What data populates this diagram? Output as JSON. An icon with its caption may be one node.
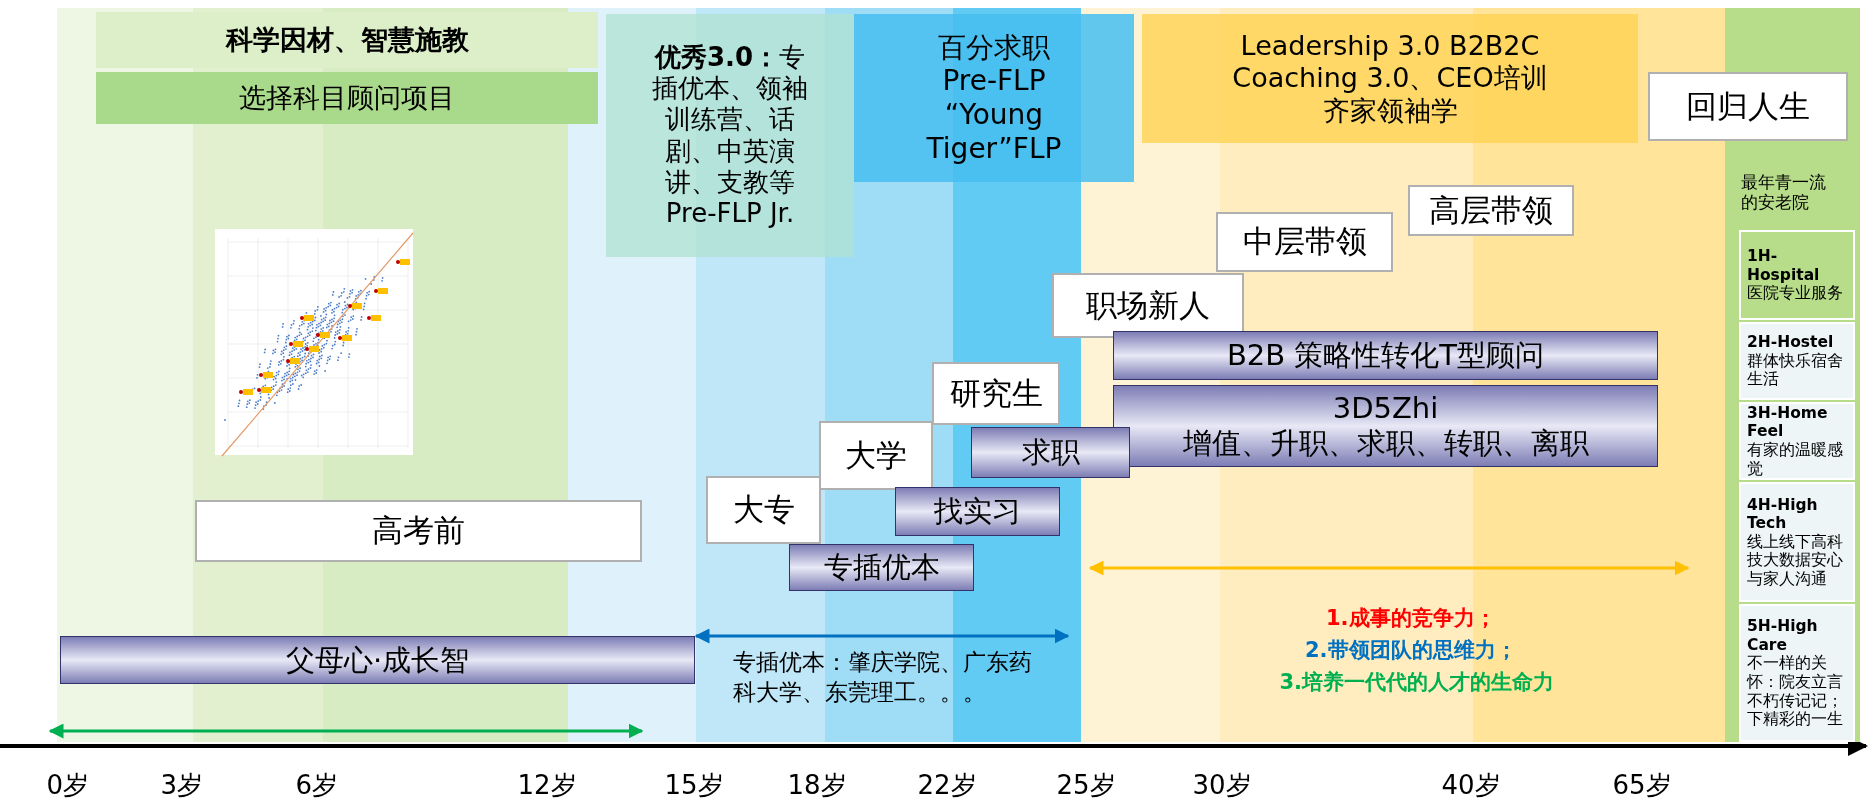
{
  "diagram": {
    "nodes": [
      {
        "text": [
          "科学因材、智慧施教"
        ]
      },
      {
        "text": [
          "选择科目顾问项目"
        ]
      },
      {
        "text": [
          "**优秀3.0：**专插优本、领袖训练营、话剧、中英演讲、支教等",
          "Pre-FLP Jr."
        ]
      },
      {
        "text": [
          "百分求职",
          "Pre-FLP “Young Tiger”FLP"
        ]
      },
      {
        "text": [
          "Leadership 3.0 B2B2C",
          "Coaching 3.0、CEO培训",
          "齐家领袖学"
        ]
      },
      {
        "text": [
          "回归人生"
        ]
      },
      {
        "text": [
          "最年青一流的安老院"
        ]
      },
      {
        "text": [
          "**1H-Hospital** 医院专业服务"
        ],
        "in": 6
      },
      {
        "text": [
          "**2H-Hostel** 群体快乐宿舍生活"
        ],
        "in": 6
      },
      {
        "text": [
          "**3H-Home Feel** 有家的温暖感觉"
        ],
        "in": 6
      },
      {
        "text": [
          "**4H-High Tech** 线上线下高科技大数据安心与家人沟通"
        ],
        "in": 6
      },
      {
        "text": [
          "**5H-High Care** 不一样的关怀：院友立言不朽传记记；下精彩的一生"
        ],
        "in": 6
      },
      {
        "text": [
          "高层带领"
        ]
      },
      {
        "text": [
          "中层带领"
        ]
      },
      {
        "text": [
          "职场新人"
        ]
      },
      {
        "text": [
          "B2B 策略性转化T型顾问"
        ]
      },
      {
        "text": [
          "3D5Zhi",
          "增值、升职、求职、转职、离职"
        ]
      },
      {
        "text": [
          "研究生"
        ]
      },
      {
        "text": [
          "求职"
        ]
      },
      {
        "text": [
          "大学"
        ]
      },
      {
        "text": [
          "找实习"
        ]
      },
      {
        "text": [
          "大专"
        ]
      },
      {
        "text": [
          "专插优本"
        ]
      },
      {
        "text": [
          "高考前"
        ]
      },
      {
        "text": [
          "父母心·成长智"
        ]
      }
    ],
    "labels": [
      "专插优本：肇庆学院、广东药科大学、东莞理工。。。",
      "1.成事的竞争力；",
      "2.带领团队的思维力；",
      "3.培养一代代的人才的生命力",
      "0岁",
      "3岁",
      "6岁",
      "12岁",
      "15岁",
      "18岁",
      "22岁",
      "25岁",
      "30岁",
      "40岁",
      "65岁"
    ]
  }
}
